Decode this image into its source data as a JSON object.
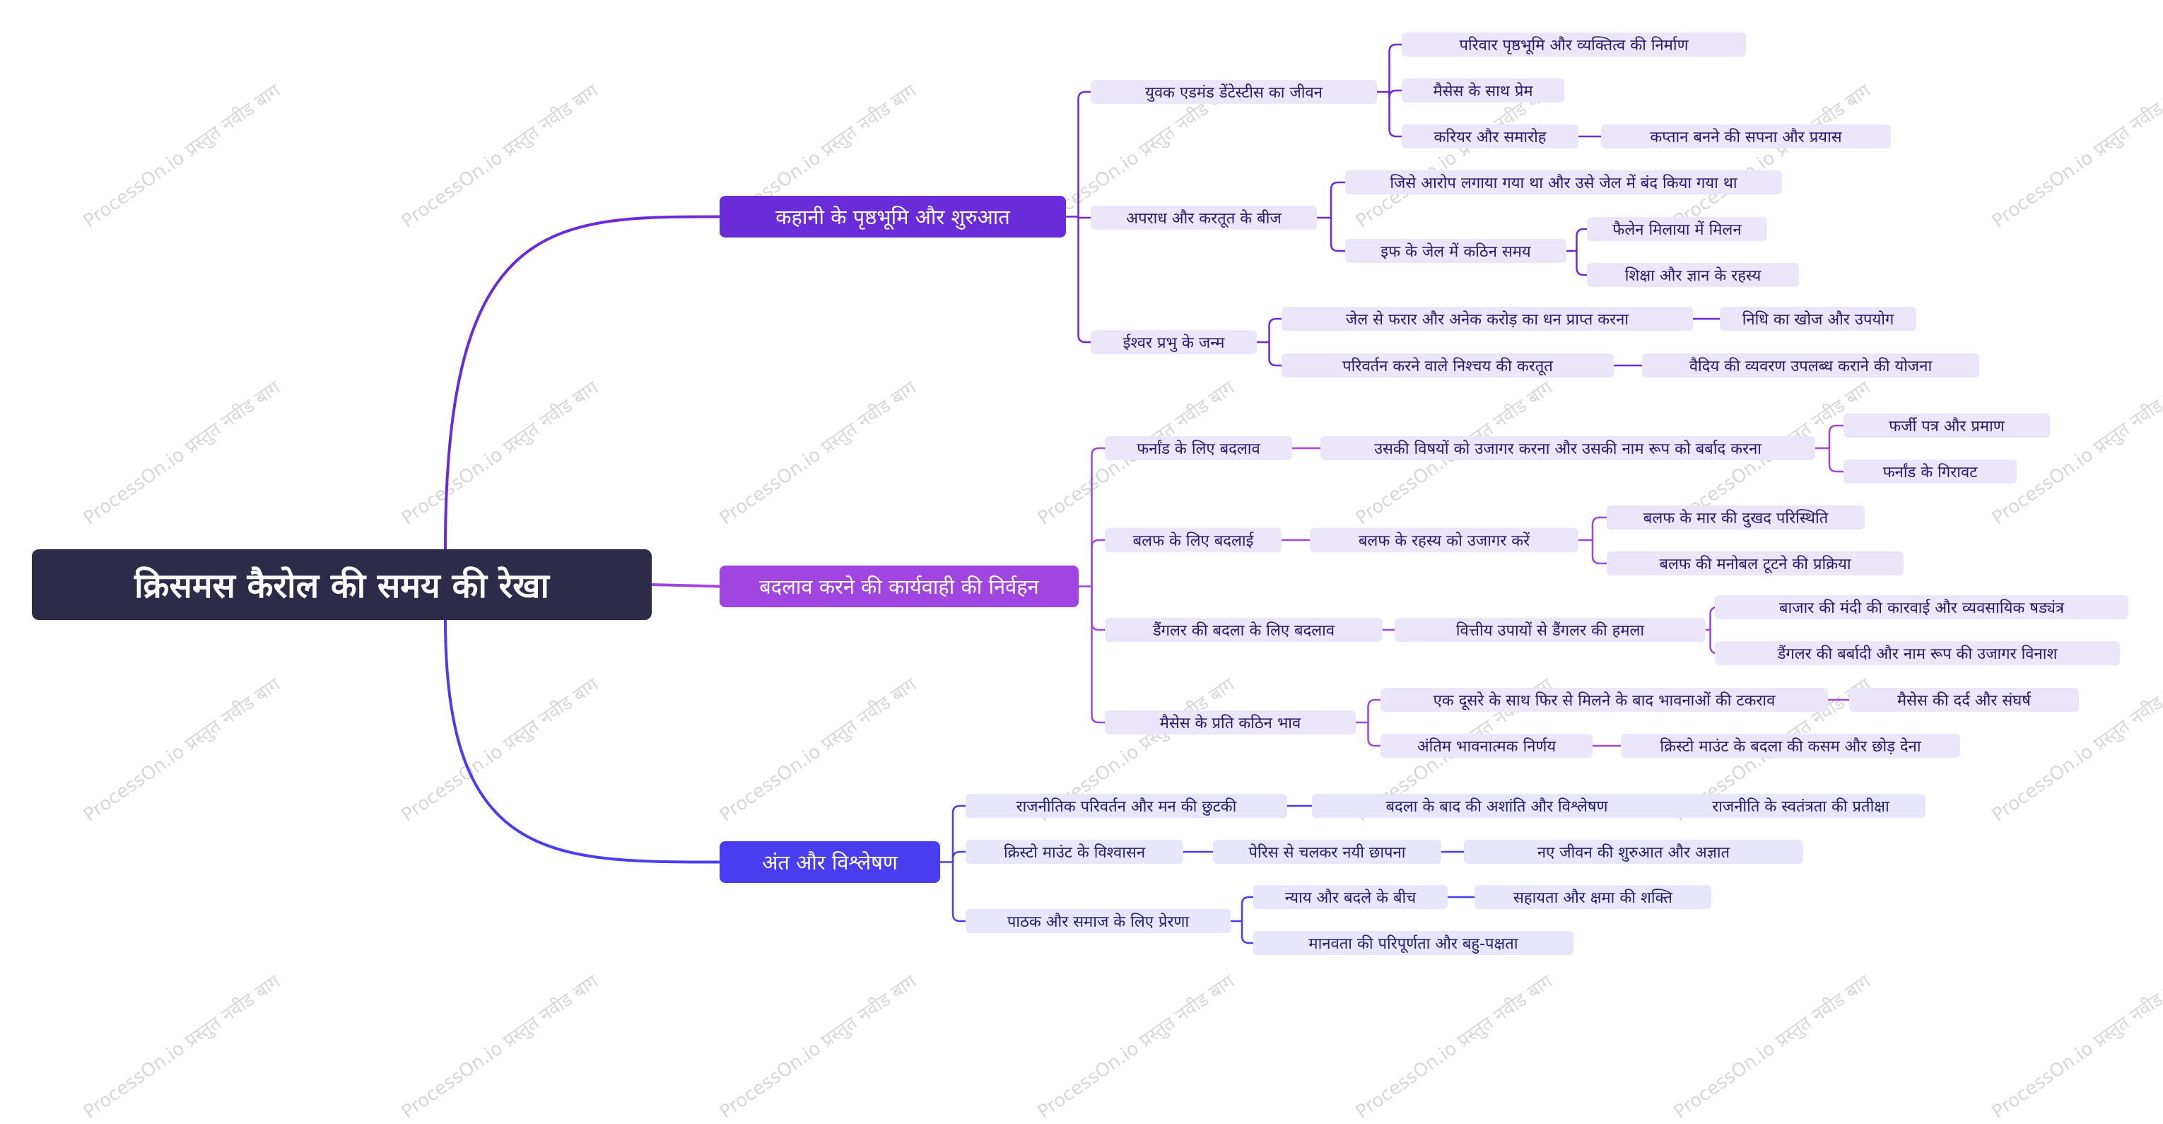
{
  "root": {
    "label": "क्रिसमस कैरोल की समय की रेखा"
  },
  "branches": [
    {
      "label": "कहानी के पृष्ठभूमि और शुरुआत",
      "color": "#6a2bd9",
      "children": [
        {
          "label": "युवक एडमंड डेंटेस्टीस का जीवन",
          "children": [
            {
              "label": "परिवार पृष्ठभूमि और व्यक्तित्व की निर्माण"
            },
            {
              "label": "मैसेस के साथ प्रेम"
            },
            {
              "label": "करियर और समारोह",
              "children": [
                {
                  "label": "कप्तान बनने की सपना और प्रयास"
                }
              ]
            }
          ]
        },
        {
          "label": "अपराध और करतूत के बीज",
          "children": [
            {
              "label": "जिसे आरोप लगाया गया था और उसे जेल में बंद किया गया था"
            },
            {
              "label": "इफ के जेल में कठिन समय",
              "children": [
                {
                  "label": "फैलेन मिलाया में मिलन"
                },
                {
                  "label": "शिक्षा और ज्ञान के रहस्य"
                }
              ]
            }
          ]
        },
        {
          "label": "ईश्वर प्रभु के जन्म",
          "children": [
            {
              "label": "जेल से फरार और अनेक करोड़ का धन प्राप्त करना",
              "children": [
                {
                  "label": "निधि का खोज और उपयोग"
                }
              ]
            },
            {
              "label": "परिवर्तन करने वाले निश्चय की करतूत",
              "children": [
                {
                  "label": "वैदिय की व्यवरण उपलब्ध कराने की योजना"
                }
              ]
            }
          ]
        }
      ]
    },
    {
      "label": "बदलाव करने की कार्यवाही की निर्वहन",
      "color": "#a045e0",
      "children": [
        {
          "label": "फर्नांड के लिए बदलाव",
          "children": [
            {
              "label": "उसकी विषयों को उजागर करना और उसकी नाम रूप को बर्बाद करना",
              "children": [
                {
                  "label": "फर्जी पत्र और प्रमाण"
                },
                {
                  "label": "फर्नांड के गिरावट"
                }
              ]
            }
          ]
        },
        {
          "label": "बलफ के लिए बदलाई",
          "children": [
            {
              "label": "बलफ के रहस्य को उजागर करें",
              "children": [
                {
                  "label": "बलफ के मार की दुखद परिस्थिति"
                },
                {
                  "label": "बलफ की मनोबल टूटने की प्रक्रिया"
                }
              ]
            }
          ]
        },
        {
          "label": "डैंगलर की बदला के लिए बदलाव",
          "children": [
            {
              "label": "वित्तीय उपायों से डैंगलर की हमला",
              "children": [
                {
                  "label": "बाजार की मंदी की कारवाई और व्यवसायिक षड्यंत्र"
                },
                {
                  "label": "डैंगलर की बर्बादी और नाम रूप की उजागर विनाश"
                }
              ]
            }
          ]
        },
        {
          "label": "मैसेस के प्रति कठिन भाव",
          "children": [
            {
              "label": "एक दूसरे के साथ फिर से मिलने के बाद भावनाओं की टकराव",
              "children": [
                {
                  "label": "मैसेस की दर्द और संघर्ष"
                }
              ]
            },
            {
              "label": "अंतिम भावनात्मक निर्णय",
              "children": [
                {
                  "label": "क्रिस्टो माउंट के बदला की कसम और छोड़ देना"
                }
              ]
            }
          ]
        }
      ]
    },
    {
      "label": "अंत और विश्लेषण",
      "color": "#4a3df0",
      "children": [
        {
          "label": "राजनीतिक परिवर्तन और मन की छुटकी",
          "children": [
            {
              "label": "बदला के बाद की अशांति और विश्लेषण",
              "children": [
                {
                  "label": "राजनीति के स्वतंत्रता की प्रतीक्षा"
                }
              ]
            }
          ]
        },
        {
          "label": "क्रिस्टो माउंट के विश्वासन",
          "children": [
            {
              "label": "पेरिस से चलकर नयी छापना",
              "children": [
                {
                  "label": "नए जीवन की शुरुआत और अज्ञात"
                }
              ]
            }
          ]
        },
        {
          "label": "पाठक और समाज के लिए प्रेरणा",
          "children": [
            {
              "label": "न्याय और बदले के बीच",
              "children": [
                {
                  "label": "सहायता और क्षमा की शक्ति"
                }
              ]
            },
            {
              "label": "मानवता की परिपूर्णता और बहु-पक्षता"
            }
          ]
        }
      ]
    }
  ],
  "watermark": "ProcessOn.io प्रस्तुत नवीड बाग"
}
